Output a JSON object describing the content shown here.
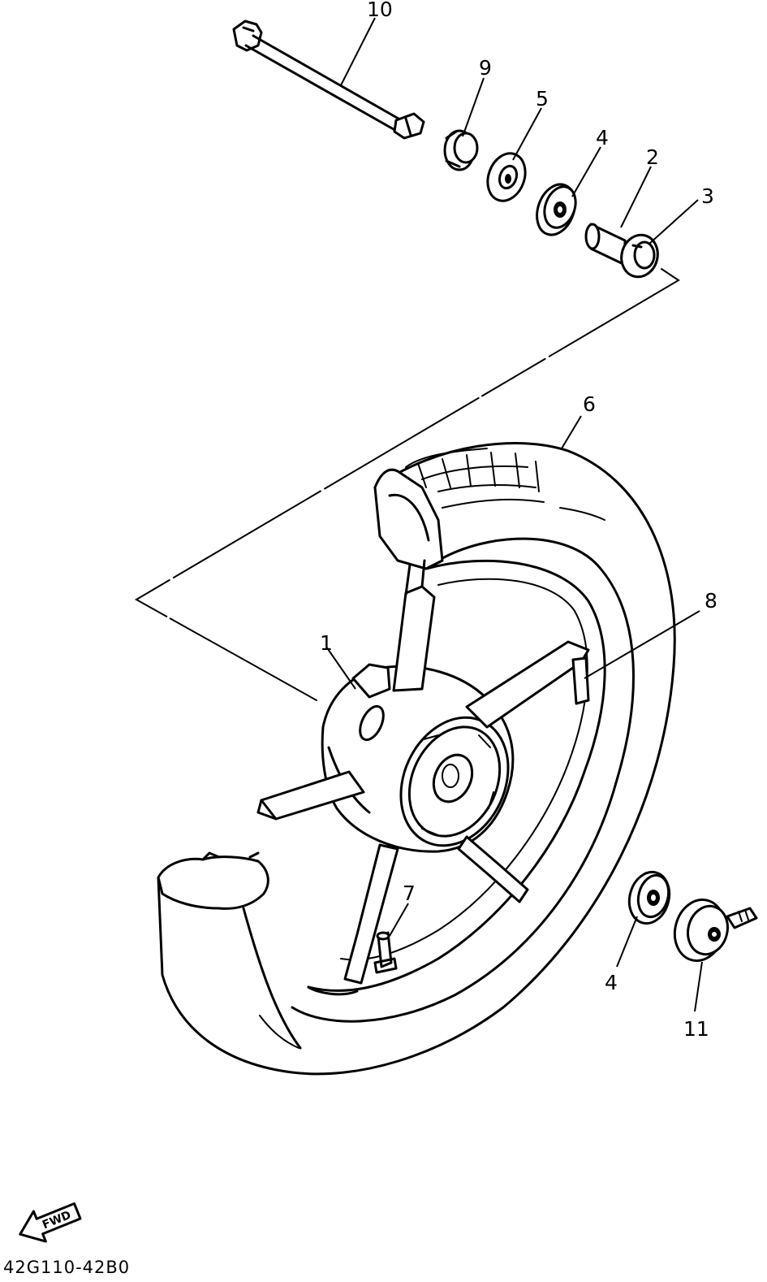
{
  "callouts": {
    "c1": "1",
    "c2": "2",
    "c3": "3",
    "c4_top": "4",
    "c4_bottom": "4",
    "c5": "5",
    "c6": "6",
    "c7": "7",
    "c8": "8",
    "c9": "9",
    "c10": "10",
    "c11": "11"
  },
  "forward_arrow_label": "FWD",
  "reference_code": "42G110-42B0"
}
